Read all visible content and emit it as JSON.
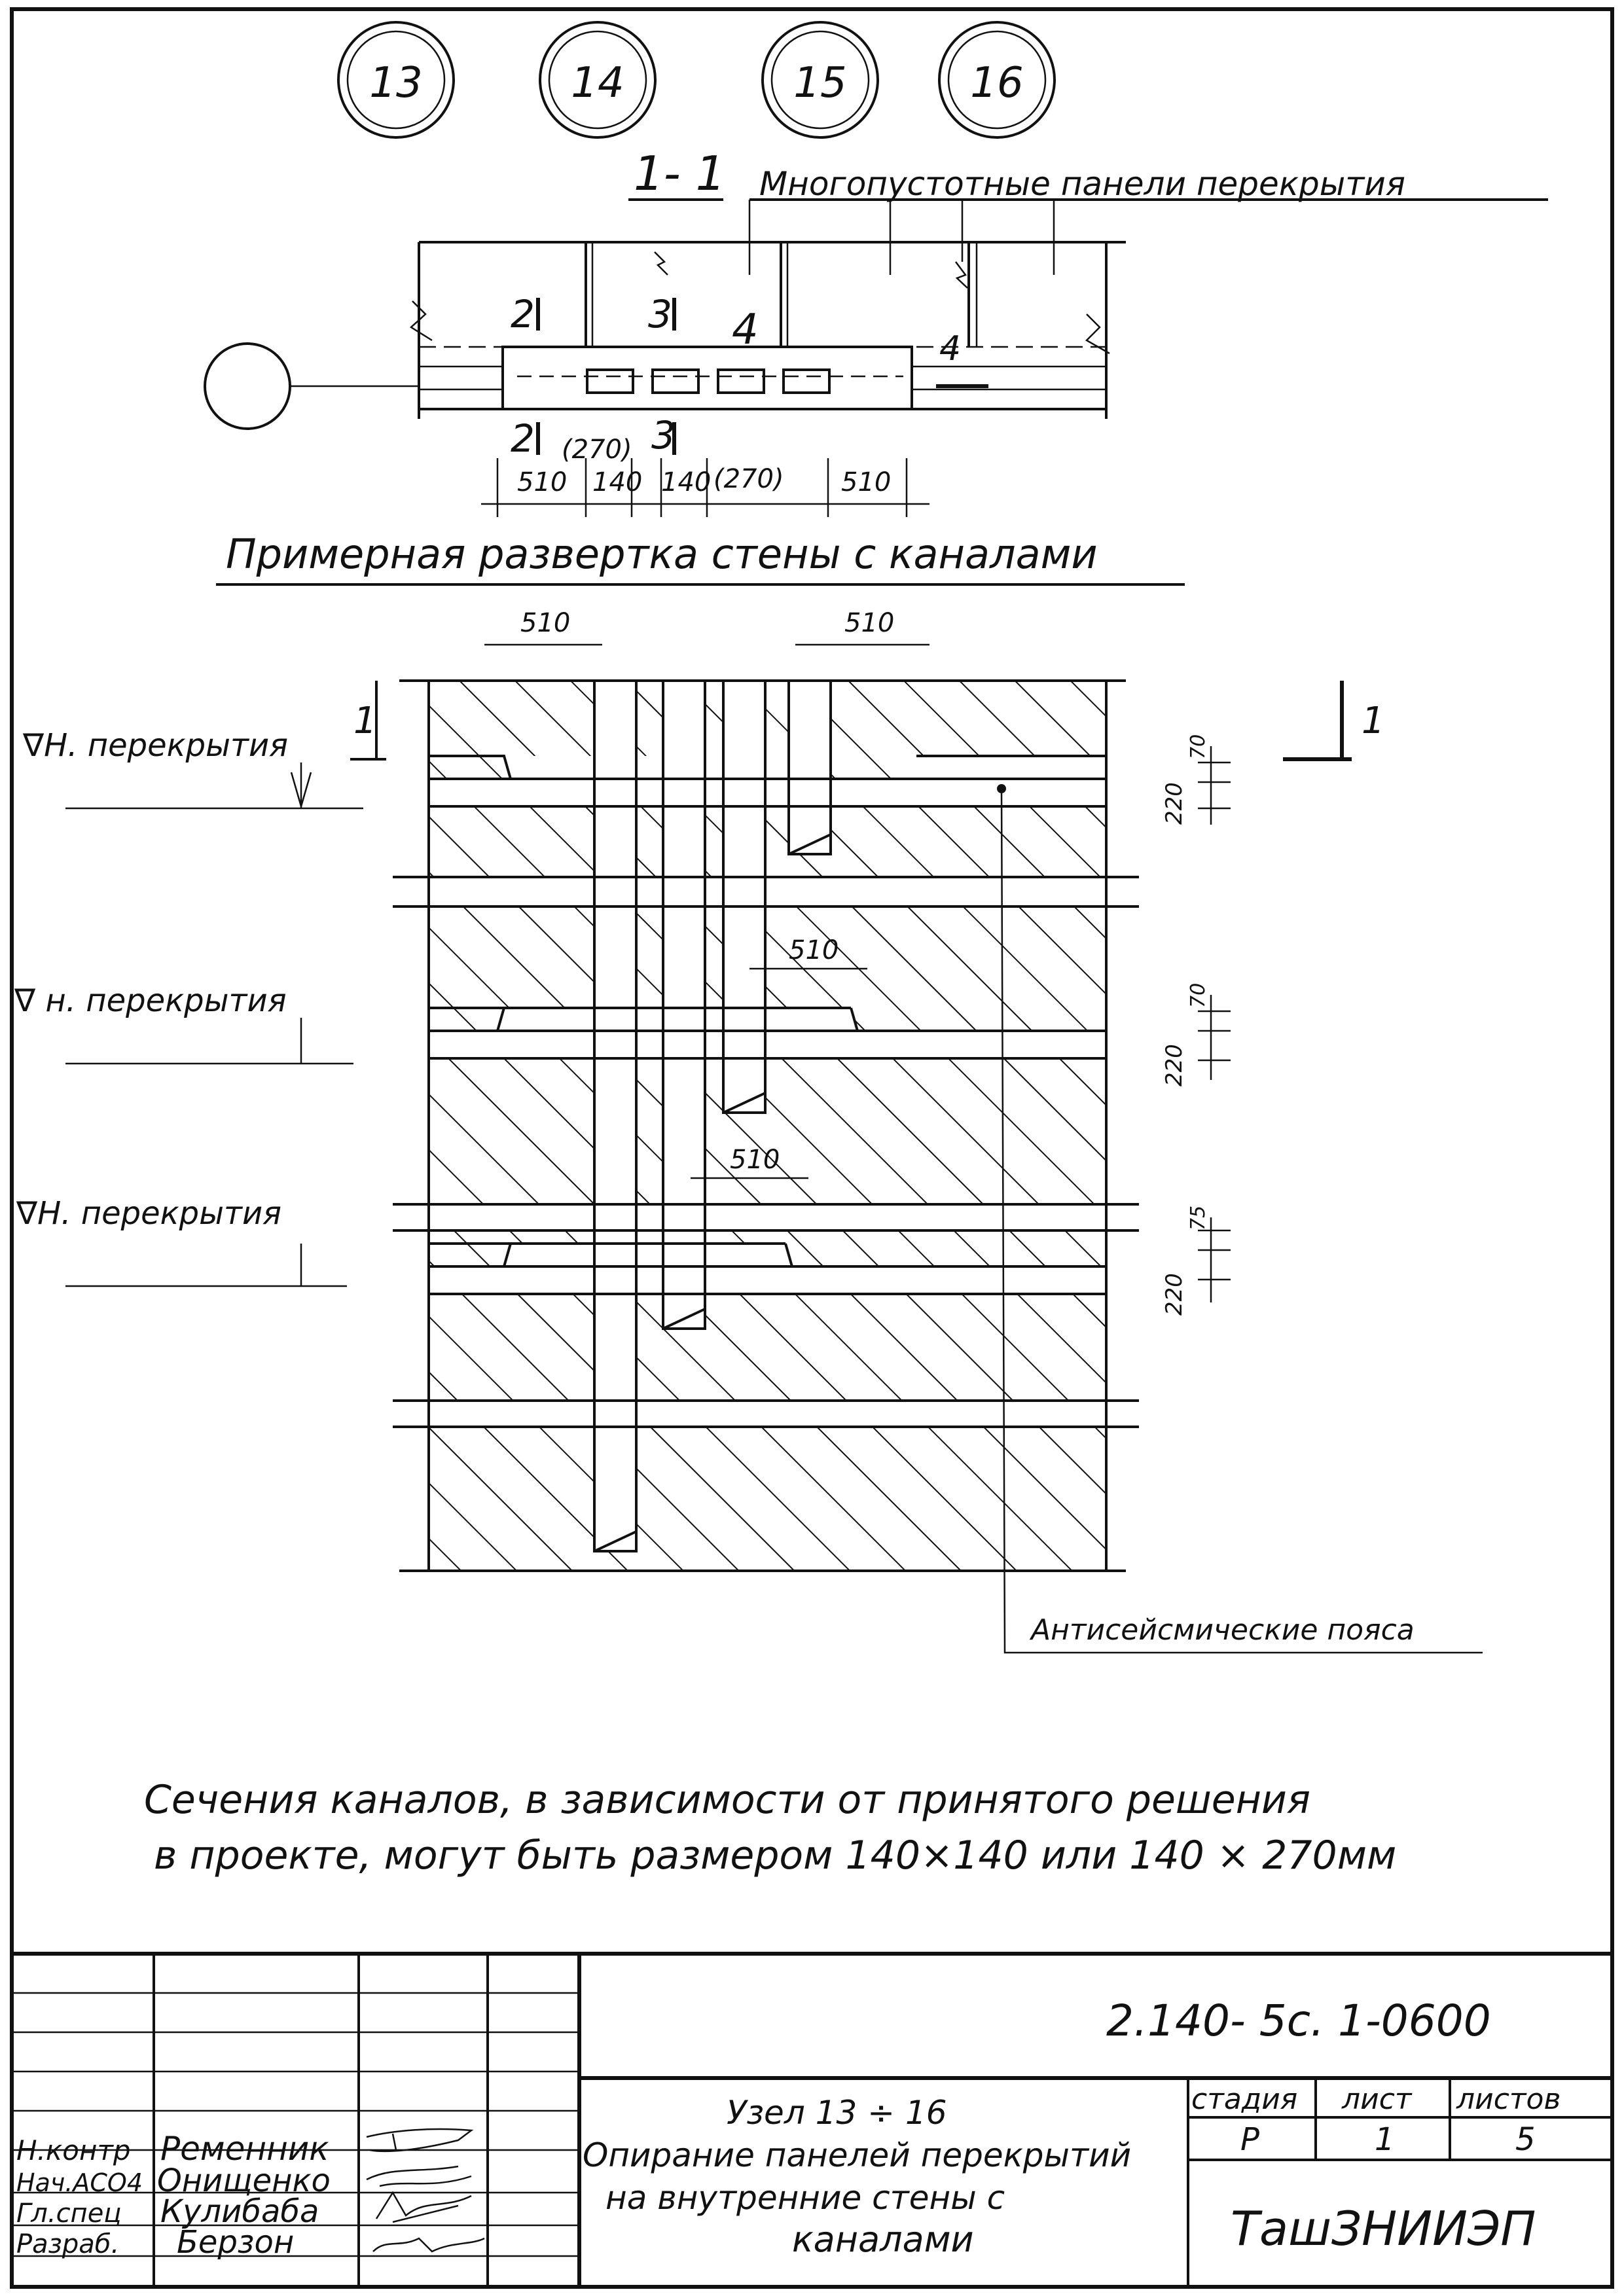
{
  "nodes": [
    "13",
    "14",
    "15",
    "16"
  ],
  "section": {
    "label": "1- 1",
    "title": "Многопустотные панели перекрытия",
    "marks": [
      "2",
      "3",
      "4",
      "4"
    ],
    "bottom_marks": [
      "2",
      "3"
    ],
    "dims": [
      "510",
      "(270)",
      "140",
      "140",
      "(270)",
      "510"
    ]
  },
  "elevation": {
    "title": "Примерная развертка стены с каналами",
    "floor_label": "∇Н. перекрытия",
    "floor_label_2": "∇ н. перекрытия",
    "floor_label_3": "∇Н. перекрытия",
    "cut_mark": "1",
    "dims_top": [
      "510",
      "510"
    ],
    "dims_mid": [
      "510",
      "510"
    ],
    "side_dims": [
      "220",
      "70",
      "220",
      "70",
      "220",
      "75"
    ],
    "belt_label": "Антисейсмические пояса"
  },
  "note": {
    "line1": "Сечения каналов, в зависимости от принятого решения",
    "line2": "в проекте, могут быть размером 140×140 или 140 × 270мм"
  },
  "title_block": {
    "code": "2.140- 5с. 1-0600",
    "roles": [
      "Н.контр",
      "Нач.АСО4",
      "Гл.спец",
      "Разраб."
    ],
    "names": [
      "Ременник",
      "Онищенко",
      "Кулибаба",
      "Берзон"
    ],
    "title_lines": [
      "Узел 13 ÷ 16",
      "Опирание панелей перекрытий",
      "на внутренние стены с",
      "каналами"
    ],
    "stage_header": "стадия",
    "sheet_header": "лист",
    "sheets_header": "листов",
    "stage": "Р",
    "sheet": "1",
    "sheets": "5",
    "org": "ТашЗНИИЭП"
  }
}
